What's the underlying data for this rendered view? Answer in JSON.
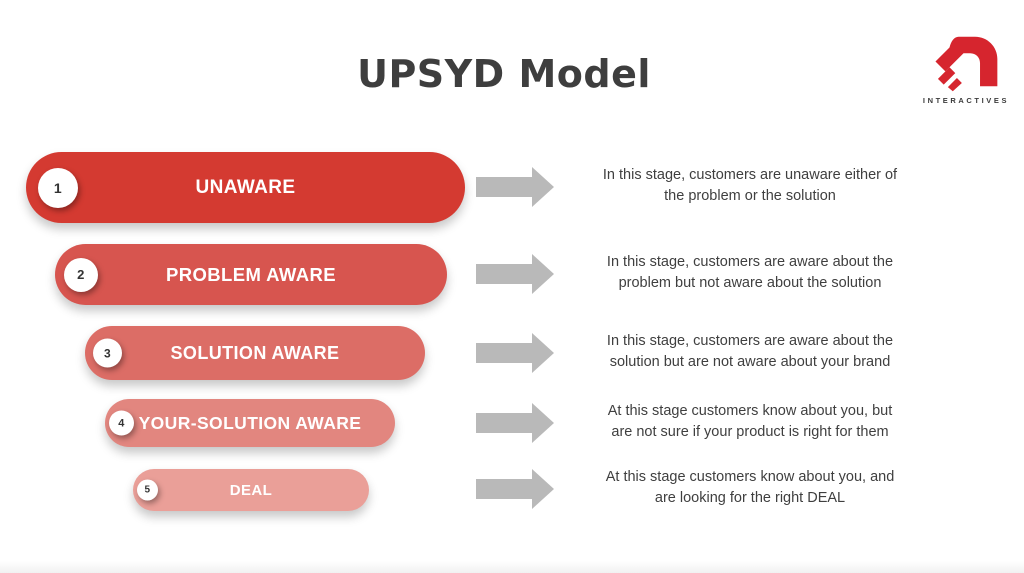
{
  "title": "UPSYD Model",
  "brand": {
    "name": "INTERACTIVES",
    "logo_color": "#d6252e",
    "name_color": "#3b3b3b"
  },
  "colors": {
    "title_text": "#3e3e3e",
    "arrow": "#b9b9b9",
    "description_text": "#3f3f3f",
    "pill_text": "#ffffff",
    "number_text": "#333333",
    "background": "#ffffff"
  },
  "stages": [
    {
      "number": "1",
      "label": "UNAWARE",
      "color": "#d43a31",
      "description_lines": [
        "In this stage, customers are unaware either of",
        "the problem or the solution"
      ]
    },
    {
      "number": "2",
      "label": "PROBLEM AWARE",
      "color": "#d7554f",
      "description_lines": [
        "In this stage, customers are aware about the",
        "problem but not aware about the solution"
      ]
    },
    {
      "number": "3",
      "label": "SOLUTION AWARE",
      "color": "#dc6d66",
      "description_lines": [
        "In this stage, customers are aware about the",
        "solution but are not aware about your brand"
      ]
    },
    {
      "number": "4",
      "label": "YOUR-SOLUTION AWARE",
      "color": "#e2867f",
      "description_lines": [
        "At this stage customers know about you, but",
        "are not sure if your product is right for them"
      ]
    },
    {
      "number": "5",
      "label": "DEAL",
      "color": "#ea9f98",
      "description_lines": [
        "At this stage customers know about you, and",
        "are looking for the right DEAL"
      ]
    }
  ]
}
